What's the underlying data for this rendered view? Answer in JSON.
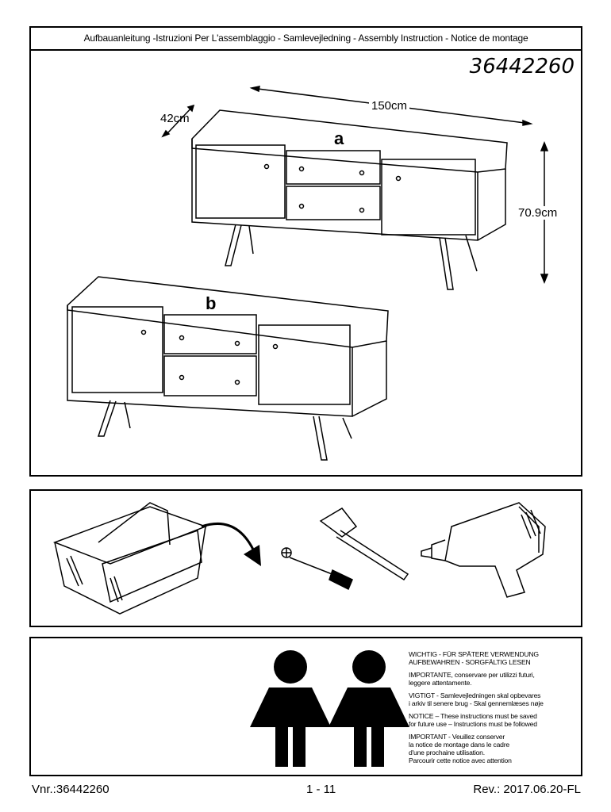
{
  "header": {
    "title": "Aufbauanleitung -Istruzioni Per L'assemblaggio - Samlevejledning - Assembly Instruction - Notice de montage",
    "product_code": "36442260"
  },
  "dimensions": {
    "width": "150cm",
    "depth": "42cm",
    "height": "70.9cm"
  },
  "variants": {
    "a": "a",
    "b": "b"
  },
  "tools": [
    "toolbox-icon",
    "hammer-icon",
    "screwdriver-icon",
    "drill-icon"
  ],
  "notice": [
    "WICHTIG - FÜR SPÄTERE VERWENDUNG\nAUFBEWAHREN - SORGFÄLTIG LESEN",
    "IMPORTANTE, conservare per utilizzi futuri,\nleggere attentamente.",
    "VIGTIGT - Samlevejledningen skal opbevares\ni arkiv til senere brug - Skal gennemlæses nøje",
    "NOTICE – These instructions must be saved\nfor future use – Instructions must be followed",
    "IMPORTANT - Veuillez conserver\nla notice de montage dans le cadre\nd'une prochaine utilisation.\nParcourir cette notice avec attention"
  ],
  "footer": {
    "vnr": "Vnr.:36442260",
    "page": "1 - 11",
    "rev": "Rev.: 2017.06.20-FL"
  }
}
